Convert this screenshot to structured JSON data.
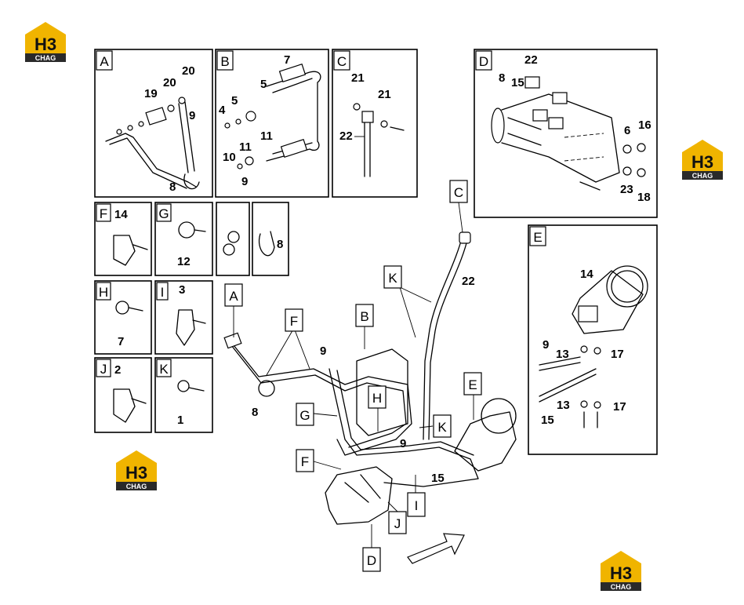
{
  "brand": {
    "logo_main": "H3",
    "logo_sub": "CHAG",
    "accent_color": "#f0b400",
    "bar_color": "#2a2a2a"
  },
  "detail_boxes": {
    "A": {
      "letter": "A",
      "callouts": [
        "20",
        "20",
        "19",
        "9",
        "8"
      ]
    },
    "B": {
      "letter": "B",
      "callouts": [
        "7",
        "5",
        "5",
        "4",
        "11",
        "11",
        "10",
        "9"
      ]
    },
    "C": {
      "letter": "C",
      "callouts": [
        "21",
        "21",
        "22"
      ]
    },
    "D": {
      "letter": "D",
      "callouts": [
        "22",
        "8",
        "15",
        "6",
        "16",
        "23",
        "18"
      ]
    },
    "E": {
      "letter": "E",
      "callouts": [
        "14",
        "9",
        "13",
        "17",
        "13",
        "17",
        "15"
      ]
    },
    "F": {
      "letter": "F",
      "callouts": [
        "14"
      ]
    },
    "G": {
      "letter": "G",
      "callouts": [
        "12"
      ]
    },
    "X": {
      "callouts": [
        "8"
      ]
    },
    "H": {
      "letter": "H",
      "callouts": [
        "7"
      ]
    },
    "I": {
      "letter": "I",
      "callouts": [
        "3"
      ]
    },
    "J": {
      "letter": "J",
      "callouts": [
        "2"
      ]
    },
    "K": {
      "letter": "K",
      "callouts": [
        "1"
      ]
    }
  },
  "main_view": {
    "tags": [
      "C",
      "K",
      "A",
      "B",
      "F",
      "E",
      "G",
      "H",
      "K",
      "F",
      "I",
      "J",
      "D"
    ],
    "callouts": [
      "22",
      "9",
      "8",
      "9",
      "15"
    ]
  }
}
